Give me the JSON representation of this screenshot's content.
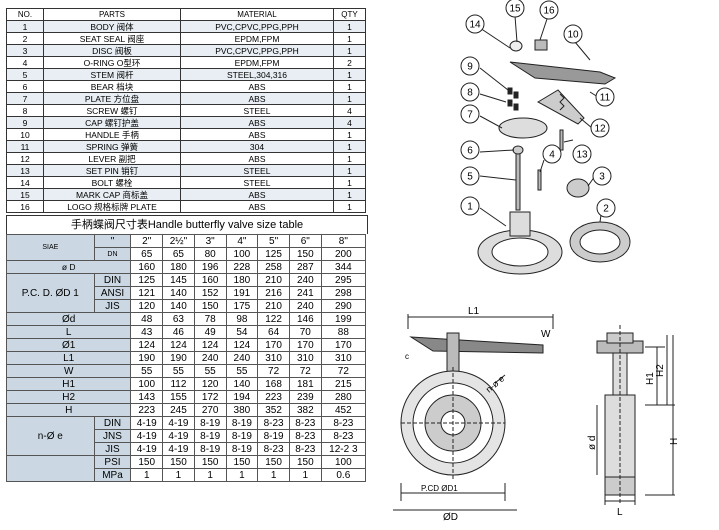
{
  "parts_table": {
    "headers": [
      "NO.",
      "PARTS",
      "MATERIAL",
      "QTY"
    ],
    "rows": [
      [
        "1",
        "BODY 阀体",
        "PVC,CPVC,PPG,PPH",
        "1"
      ],
      [
        "2",
        "SEAT SEAL 阀座",
        "EPDM,FPM",
        "1"
      ],
      [
        "3",
        "DISC 阀板",
        "PVC,CPVC,PPG,PPH",
        "1"
      ],
      [
        "4",
        "O-RING O型环",
        "EPDM,FPM",
        "2"
      ],
      [
        "5",
        "STEM 阀杆",
        "STEEL,304,316",
        "1"
      ],
      [
        "6",
        "BEAR 档块",
        "ABS",
        "1"
      ],
      [
        "7",
        "PLATE 方位盘",
        "ABS",
        "1"
      ],
      [
        "8",
        "SCREW 螺钉",
        "STEEL",
        "4"
      ],
      [
        "9",
        "CAP 螺钉护盖",
        "ABS",
        "4"
      ],
      [
        "10",
        "HANDLE 手柄",
        "ABS",
        "1"
      ],
      [
        "11",
        "SPRING 弹簧",
        "304",
        "1"
      ],
      [
        "12",
        "LEVER 副把",
        "ABS",
        "1"
      ],
      [
        "13",
        "SET PIN 销钉",
        "STEEL",
        "1"
      ],
      [
        "14",
        "BOLT 螺栓",
        "STEEL",
        "1"
      ],
      [
        "15",
        "MARK CAP 商标盖",
        "ABS",
        "1"
      ],
      [
        "16",
        "LOGO 规格标牌 PLATE",
        "ABS",
        "1"
      ]
    ]
  },
  "size_table": {
    "title": "手柄蝶阀尺寸表Handle butterfly valve size table",
    "size_label": "SIAE",
    "inch_mark": "\"",
    "dn_label": "DN",
    "inches": [
      "2\"",
      "2½\"",
      "3\"",
      "4\"",
      "5\"",
      "6\"",
      "8\""
    ],
    "dn": [
      "65",
      "65",
      "80",
      "100",
      "125",
      "150",
      "200"
    ],
    "od_label": "ø D",
    "od": [
      "160",
      "180",
      "196",
      "228",
      "258",
      "287",
      "344"
    ],
    "pcd_label": "P.C. D. ØD 1",
    "pcd": [
      {
        "std": "DIN",
        "values": [
          "125",
          "145",
          "160",
          "180",
          "210",
          "240",
          "295"
        ]
      },
      {
        "std": "ANSI",
        "values": [
          "121",
          "140",
          "152",
          "191",
          "216",
          "241",
          "298"
        ]
      },
      {
        "std": "JIS",
        "values": [
          "120",
          "140",
          "150",
          "175",
          "210",
          "240",
          "290"
        ]
      }
    ],
    "dims": [
      {
        "label": "Ød",
        "values": [
          "48",
          "63",
          "78",
          "98",
          "122",
          "146",
          "199"
        ]
      },
      {
        "label": "L",
        "values": [
          "43",
          "46",
          "49",
          "54",
          "64",
          "70",
          "88"
        ]
      },
      {
        "label": "Ø1",
        "values": [
          "124",
          "124",
          "124",
          "124",
          "170",
          "170",
          "170"
        ]
      },
      {
        "label": "L1",
        "values": [
          "190",
          "190",
          "240",
          "240",
          "310",
          "310",
          "310"
        ]
      },
      {
        "label": "W",
        "values": [
          "55",
          "55",
          "55",
          "55",
          "72",
          "72",
          "72"
        ]
      },
      {
        "label": "H1",
        "values": [
          "100",
          "112",
          "120",
          "140",
          "168",
          "181",
          "215"
        ]
      },
      {
        "label": "H2",
        "values": [
          "143",
          "155",
          "172",
          "194",
          "223",
          "239",
          "280"
        ]
      },
      {
        "label": "H",
        "values": [
          "223",
          "245",
          "270",
          "380",
          "352",
          "382",
          "452"
        ]
      }
    ],
    "holes_label": "n-Ø e",
    "holes": [
      {
        "std": "DIN",
        "values": [
          "4-19",
          "4-19",
          "8-19",
          "8-19",
          "8-23",
          "8-23",
          "8-23"
        ]
      },
      {
        "std": "JNS",
        "values": [
          "4-19",
          "4-19",
          "8-19",
          "8-19",
          "8-19",
          "8-23",
          "8-23"
        ]
      },
      {
        "std": "JIS",
        "values": [
          "4-19",
          "4-19",
          "8-19",
          "8-19",
          "8-23",
          "8-23",
          "12-2 3"
        ]
      }
    ],
    "pressure": [
      {
        "unit": "PSI",
        "values": [
          "150",
          "150",
          "150",
          "150",
          "150",
          "150",
          "100"
        ]
      },
      {
        "unit": "MPa",
        "values": [
          "1",
          "1",
          "1",
          "1",
          "1",
          "1",
          "0.6"
        ]
      }
    ]
  },
  "exploded_view": {
    "callouts": [
      "1",
      "2",
      "3",
      "4",
      "5",
      "6",
      "7",
      "8",
      "9",
      "10",
      "11",
      "12",
      "13",
      "14",
      "15",
      "16"
    ]
  },
  "front_view": {
    "labels": {
      "l1": "L1",
      "w": "W",
      "c": "c",
      "e": "n-ø e",
      "pcd": "P.CD ØD1",
      "od": "ØD"
    }
  },
  "side_view": {
    "labels": {
      "h1": "H1",
      "h2": "H2",
      "h": "H",
      "d": "ø d",
      "l": "L"
    }
  },
  "colors": {
    "table_shade": "#e8eef3",
    "label_shade": "#cbd8e3",
    "line": "#222222"
  }
}
